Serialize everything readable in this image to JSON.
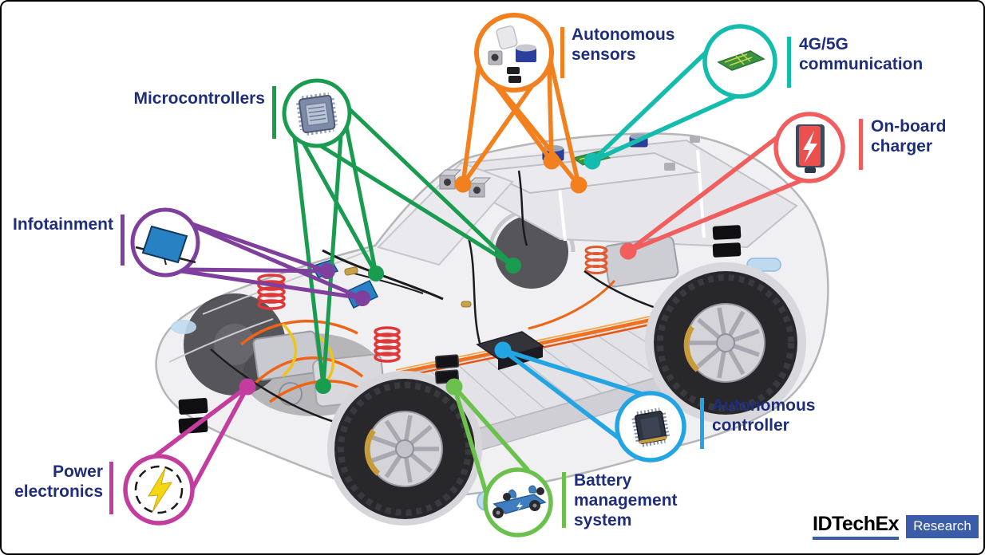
{
  "figure": {
    "type": "annotated-diagram",
    "subject": "Electric autonomous car electronics cutaway",
    "background": "#FFFFFF",
    "frame_border": "#000000",
    "label_text_color": "#1F2E7C"
  },
  "callouts": [
    {
      "id": "autonomous-sensors",
      "lines": [
        "Autonomous",
        "sensors"
      ],
      "color": "#F2801E",
      "icon": "sensor-suite-icon",
      "target_count": 3
    },
    {
      "id": "4g-5g-communication",
      "lines": [
        "4G/5G",
        "communication"
      ],
      "color": "#14BCAE",
      "icon": "antenna-pcb-icon",
      "target_count": 1
    },
    {
      "id": "microcontrollers",
      "lines": [
        "Microcontrollers"
      ],
      "color": "#1A9C50",
      "icon": "microchip-icon",
      "target_count": 3
    },
    {
      "id": "on-board-charger",
      "lines": [
        "On-board",
        "charger"
      ],
      "color": "#F15E5E",
      "icon": "charger-battery-icon",
      "target_count": 1
    },
    {
      "id": "infotainment",
      "lines": [
        "Infotainment"
      ],
      "color": "#7E3F9D",
      "icon": "display-screen-icon",
      "target_count": 2
    },
    {
      "id": "autonomous-controller",
      "lines": [
        "Autonomous",
        "controller"
      ],
      "color": "#23A5E4",
      "icon": "processor-chip-icon",
      "target_count": 1
    },
    {
      "id": "power-electronics",
      "lines": [
        "Power",
        "electronics"
      ],
      "color": "#C33D9E",
      "icon": "lightning-bolt-icon",
      "target_count": 1
    },
    {
      "id": "battery-management-system",
      "lines": [
        "Battery",
        "management",
        "system"
      ],
      "color": "#6CC14E",
      "icon": "ev-chassis-icon",
      "target_count": 1
    }
  ],
  "logo": {
    "brand": "IDTechEx",
    "suffix": "Research",
    "accent": "#3A5CA9",
    "brand_color": "#000000"
  }
}
